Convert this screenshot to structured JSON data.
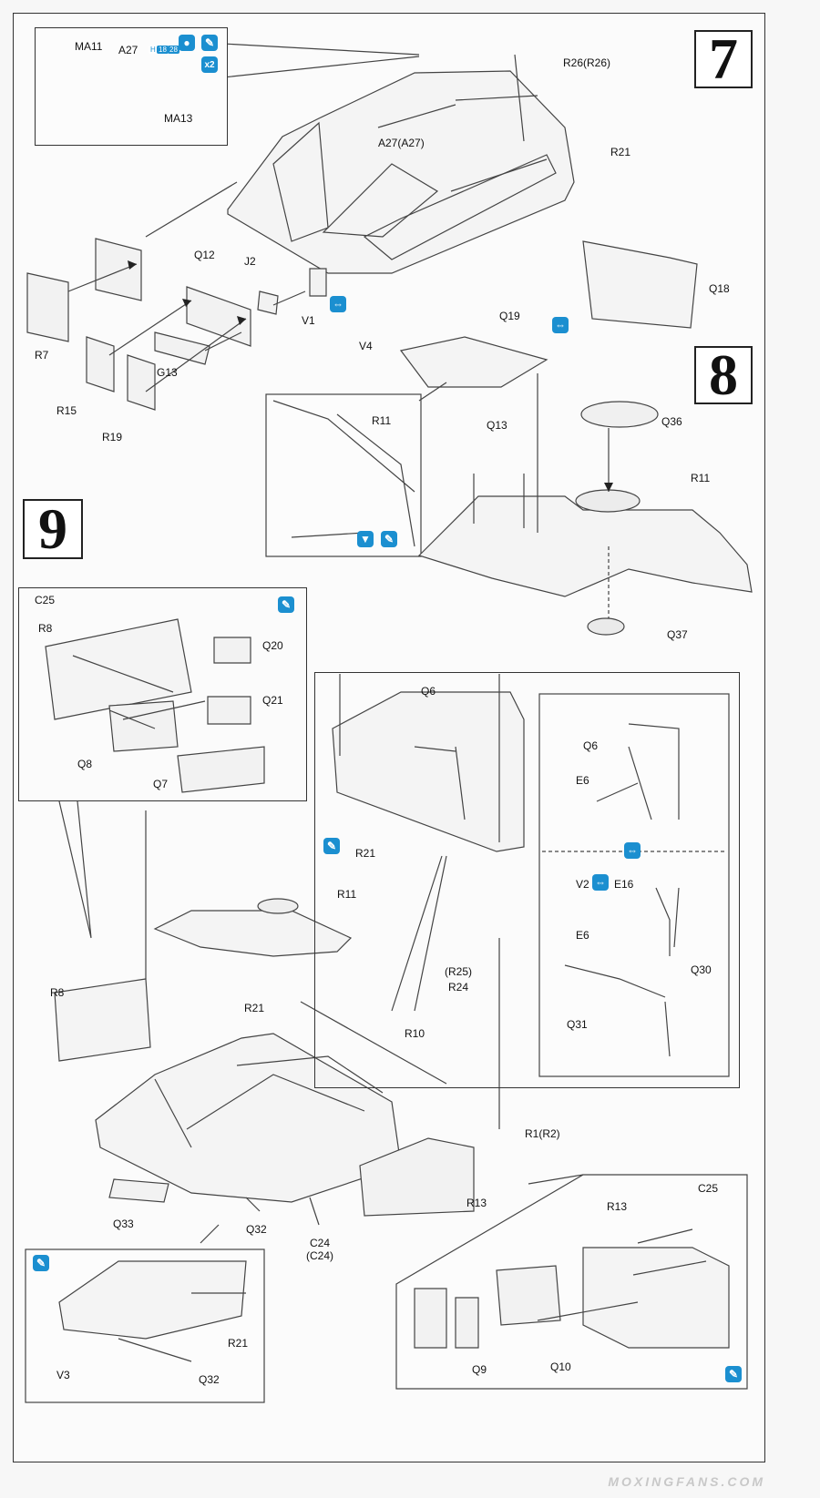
{
  "steps": {
    "step7": "7",
    "step8": "8",
    "step9": "9"
  },
  "labels": {
    "ma11": "MA11",
    "a27": "A27",
    "ma13": "MA13",
    "a27_pair": "A27(A27)",
    "r26": "R26(R26)",
    "r21_top": "R21",
    "q12": "Q12",
    "j2": "J2",
    "r7": "R7",
    "v1": "V1",
    "v4": "V4",
    "g13": "G13",
    "r15": "R15",
    "r19": "R19",
    "q18": "Q18",
    "q19": "Q19",
    "r11_detail": "R11",
    "q13": "Q13",
    "q36": "Q36",
    "r11_8": "R11",
    "q37": "Q37",
    "c25_a": "C25",
    "r8_a": "R8",
    "q20": "Q20",
    "q21": "Q21",
    "q8": "Q8",
    "q7": "Q7",
    "q6_a": "Q6",
    "r21_b": "R21",
    "q6_b": "Q6",
    "e6_a": "E6",
    "v2": "V2",
    "e16": "E16",
    "e6_b": "E6",
    "q30": "Q30",
    "q31": "Q31",
    "r11_9": "R11",
    "r8_b": "R8",
    "r21_c": "R21",
    "r10": "R10",
    "r25": "(R25)",
    "r24": "R24",
    "r1": "R1(R2)",
    "q33": "Q33",
    "q32_a": "Q32",
    "c24": "C24",
    "c24_b": "(C24)",
    "r13_a": "R13",
    "r13_b": "R13",
    "c25_b": "C25",
    "r21_d": "R21",
    "v3": "V3",
    "q32_b": "Q32",
    "q9": "Q9",
    "q10": "Q10"
  },
  "paint_refs": {
    "h": "H",
    "n18": "18",
    "n28": "28",
    "x2": "x2"
  },
  "watermark": "MOXINGFANS.COM",
  "colors": {
    "accent": "#1b8fd0",
    "line": "#333333"
  }
}
